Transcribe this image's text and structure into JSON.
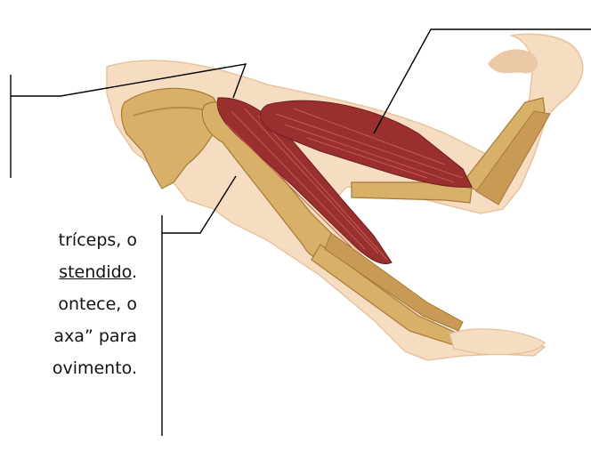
{
  "caption_lines": [
    {
      "text": "tríceps, o"
    },
    {
      "before": "",
      "underlined": "stendido",
      "after": "."
    },
    {
      "text": "ontece, o"
    },
    {
      "text": "axa” para"
    },
    {
      "text": "ovimento."
    }
  ],
  "colors": {
    "bone": "#d8b06a",
    "bone_shade": "#b98b45",
    "skin": "#f6dcc0",
    "muscle": "#9a2f2f",
    "muscle_light": "#c45a50",
    "line": "#000000"
  }
}
